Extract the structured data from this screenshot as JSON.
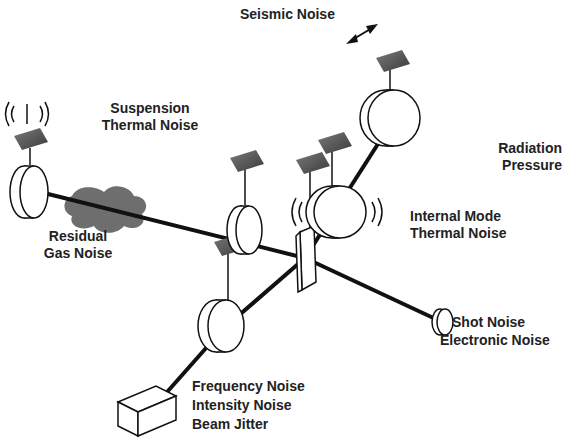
{
  "diagram": {
    "labels": [
      "Seismic Noise",
      "Suspension Thermal Noise",
      "Radiation Pressure",
      "Residual Gas Noise",
      "Internal Mode Thermal Noise",
      "Shot Noise",
      "Electronic Noise",
      "Frequency Noise",
      "Intensity Noise",
      "Beam Jitter"
    ]
  }
}
